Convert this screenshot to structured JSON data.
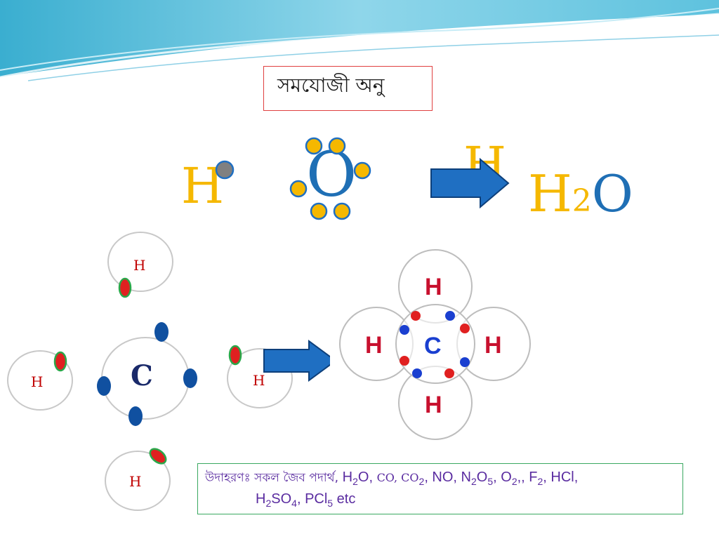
{
  "title": "সমযোজী অনু",
  "water": {
    "h_left": "H",
    "o": "O",
    "h_top": "H",
    "h2o_h": "H",
    "h2o_sub": "2",
    "h2o_o": "O"
  },
  "methane_left": {
    "c": "C",
    "h_top": "H",
    "h_left": "H",
    "h_right": "H",
    "h_bottom": "H"
  },
  "methane_right": {
    "c": "C",
    "h_top": "H",
    "h_left": "H",
    "h_right": "H",
    "h_bottom": "H"
  },
  "examples": {
    "prefix": "উদাহরণঃ সকল জৈব পদার্থ,",
    "line1_part1": " H",
    "line1_sub1": "2",
    "line1_part2": "O, ",
    "co_text": "CO, CO",
    "co_sub": "2",
    "line1_part3": ", NO, N",
    "n2o5_sub1": "2",
    "line1_part4": "O",
    "n2o5_sub2": "5",
    "line1_part5": ", O",
    "o2_sub": "2",
    "line1_part6": ",, F",
    "f2_sub": "2",
    "line1_part7": ", HCl,",
    "line2_part1": "H",
    "h2so4_sub1": "2",
    "line2_part2": "SO",
    "h2so4_sub2": "4",
    "line2_part3": ", PCl",
    "pcl5_sub": "5",
    "line2_part4": " etc"
  },
  "colors": {
    "orange_text": "#f5b800",
    "blue_text": "#1f6fb5",
    "electron_yellow": "#f5b800",
    "electron_gray": "#808080",
    "arrow_blue": "#1f6fc2",
    "electron_red": "#e02020",
    "electron_blue": "#1050a0",
    "header_teal": "#4bb8d8"
  }
}
